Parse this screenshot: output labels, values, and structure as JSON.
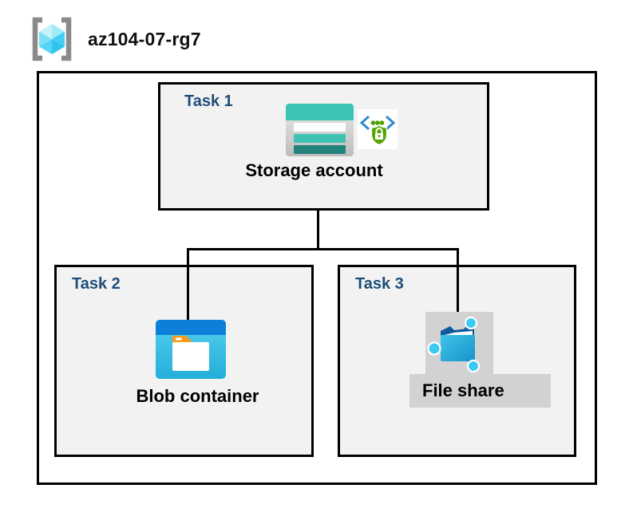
{
  "header": {
    "resource_group_name": "az104-07-rg7",
    "icon": "resource-group-icon"
  },
  "tasks": [
    {
      "id": "task-1",
      "label": "Task 1",
      "item": "Storage account",
      "icons": [
        "storage-account-icon",
        "shared-access-signature-icon"
      ]
    },
    {
      "id": "task-2",
      "label": "Task 2",
      "item": "Blob container",
      "icons": [
        "blob-container-icon"
      ]
    },
    {
      "id": "task-3",
      "label": "Task 3",
      "item": "File share",
      "icons": [
        "file-share-icon"
      ]
    }
  ],
  "relationships": [
    {
      "from": "Storage account",
      "to": "Blob container"
    },
    {
      "from": "Storage account",
      "to": "File share"
    }
  ],
  "colors": {
    "task_label": "#1f4e79",
    "task_box_fill": "#f2f2f2",
    "border": "#000000",
    "storage_teal": "#3ec3b3",
    "storage_dark_teal": "#21837a",
    "blob_header_blue": "#0e7fd9",
    "blob_body_cyan": "#2fb9e0",
    "folder_tab_orange": "#f89b1c",
    "fileshare_highlight_gray": "#d2d2d2",
    "fileshare_node_cyan": "#3cc9f2",
    "sas_bracket_blue": "#2e8bd0",
    "sas_shield_green": "#56a402",
    "rg_cube_cyan": "#55d4f3",
    "rg_bracket_gray": "#8a8a8a"
  }
}
